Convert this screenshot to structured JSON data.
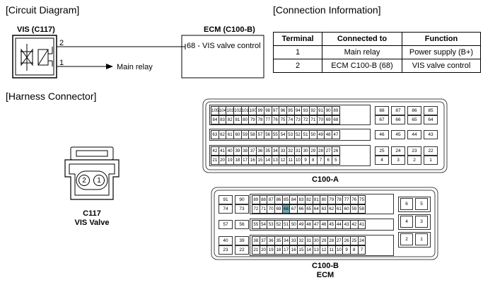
{
  "sections": {
    "circuit": "[Circuit Diagram]",
    "connection": "[Connection Information]",
    "harness": "[Harness Connector]"
  },
  "circuit": {
    "vis_title": "VIS (C117)",
    "ecm_title": "ECM (C100-B)",
    "pin2": "2",
    "pin1": "1",
    "ecm_pin": "68 - VIS valve control",
    "main_relay": "Main relay"
  },
  "conn_table": {
    "headers": [
      "Terminal",
      "Connected to",
      "Function"
    ],
    "rows": [
      [
        "1",
        "Main relay",
        "Power supply (B+)"
      ],
      [
        "2",
        "ECM C100-B (68)",
        "VIS valve control"
      ]
    ]
  },
  "c117": {
    "pin_left": "2",
    "pin_right": "1",
    "name": "C117",
    "desc": "VIS Valve"
  },
  "c100a": {
    "label": "C100-A",
    "rows": [
      [
        "105",
        "104",
        "103",
        "102",
        "101",
        "100",
        "99",
        "98",
        "97",
        "96",
        "95",
        "94",
        "93",
        "92",
        "91",
        "90",
        "89"
      ],
      [
        "84",
        "83",
        "82",
        "81",
        "80",
        "79",
        "78",
        "77",
        "76",
        "75",
        "74",
        "73",
        "72",
        "71",
        "70",
        "69",
        "68"
      ],
      [
        "63",
        "62",
        "61",
        "60",
        "59",
        "58",
        "57",
        "56",
        "55",
        "54",
        "53",
        "52",
        "51",
        "50",
        "49",
        "48",
        "47"
      ],
      [
        "42",
        "41",
        "40",
        "39",
        "38",
        "37",
        "36",
        "35",
        "34",
        "33",
        "32",
        "31",
        "30",
        "29",
        "28",
        "27",
        "26"
      ],
      [
        "21",
        "20",
        "19",
        "18",
        "17",
        "16",
        "15",
        "14",
        "13",
        "12",
        "11",
        "10",
        "9",
        "8",
        "7",
        "6",
        "5"
      ]
    ],
    "side": [
      [
        "88",
        "87",
        "86",
        "85"
      ],
      [
        "67",
        "66",
        "65",
        "64"
      ],
      [
        "46",
        "45",
        "44",
        "43"
      ],
      [
        "25",
        "24",
        "23",
        "22"
      ],
      [
        "4",
        "3",
        "2",
        "1"
      ]
    ]
  },
  "c100b": {
    "label": "C100-B",
    "sublabel": "ECM",
    "left": [
      [
        "91",
        "90"
      ],
      [
        "74",
        "73"
      ],
      [
        "57",
        "56"
      ],
      [
        "40",
        "39"
      ],
      [
        "23",
        "22"
      ]
    ],
    "rows": [
      [
        "89",
        "88",
        "87",
        "86",
        "85",
        "84",
        "83",
        "82",
        "81",
        "80",
        "79",
        "78",
        "77",
        "76",
        "75"
      ],
      [
        "72",
        "71",
        "70",
        "69",
        "68",
        "67",
        "66",
        "65",
        "64",
        "63",
        "62",
        "61",
        "60",
        "59",
        "58"
      ],
      [
        "55",
        "54",
        "53",
        "52",
        "51",
        "50",
        "49",
        "48",
        "47",
        "46",
        "45",
        "44",
        "43",
        "42",
        "41"
      ],
      [
        "38",
        "37",
        "36",
        "35",
        "34",
        "33",
        "32",
        "31",
        "30",
        "29",
        "28",
        "27",
        "26",
        "25",
        "24"
      ],
      [
        "21",
        "20",
        "19",
        "18",
        "17",
        "16",
        "15",
        "14",
        "13",
        "12",
        "11",
        "10",
        "9",
        "8",
        "7"
      ]
    ],
    "right": [
      [
        "6",
        "5"
      ],
      [
        "4",
        "3"
      ],
      [
        "2",
        "1"
      ]
    ],
    "highlight": "68",
    "highlight_color": "#6aa8b4"
  }
}
